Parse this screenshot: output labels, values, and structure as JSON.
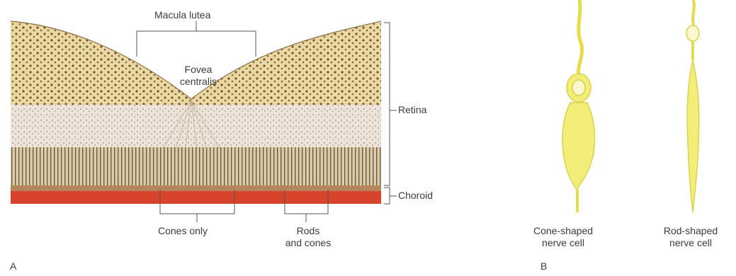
{
  "panel_a": {
    "letter": "A",
    "macula_label": "Macula lutea",
    "fovea_label_line1": "Fovea",
    "fovea_label_line2": "centralis",
    "retina_label": "Retina",
    "choroid_label": "Choroid",
    "cones_only_label": "Cones only",
    "rods_cones_line1": "Rods",
    "rods_cones_line2": "and cones"
  },
  "panel_b": {
    "letter": "B",
    "cone_label_line1": "Cone-shaped",
    "cone_label_line2": "nerve cell",
    "rod_label_line1": "Rod-shaped",
    "rod_label_line2": "nerve cell"
  },
  "colors": {
    "top_layer": "#e9d9a6",
    "mid_layer": "#ece2d8",
    "rod_layer": "#d8c7a8",
    "choroid": "#d8432c",
    "cell_fill": "#f3ee7a",
    "cell_stroke": "#d8d24c",
    "bracket": "#555555"
  }
}
